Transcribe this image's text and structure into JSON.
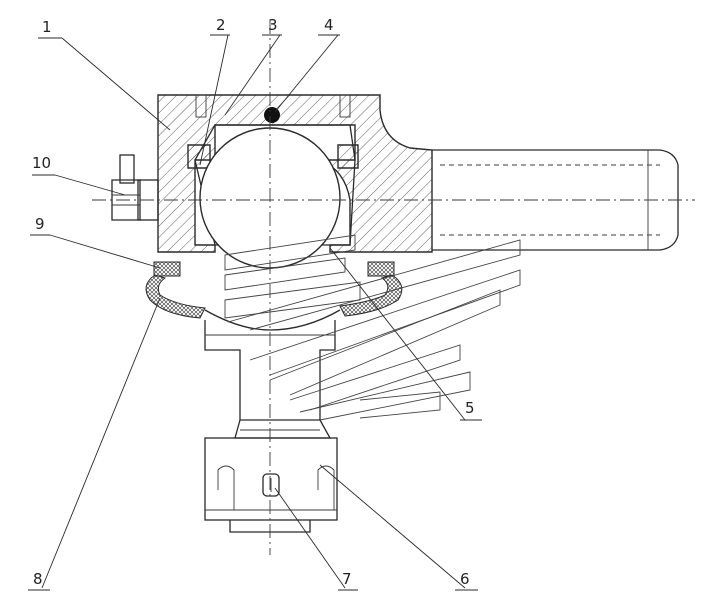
{
  "drawing": {
    "callouts": [
      {
        "id": "1",
        "text": "1"
      },
      {
        "id": "2",
        "text": "2"
      },
      {
        "id": "3",
        "text": "3"
      },
      {
        "id": "4",
        "text": "4"
      },
      {
        "id": "5",
        "text": "5"
      },
      {
        "id": "6",
        "text": "6"
      },
      {
        "id": "7",
        "text": "7"
      },
      {
        "id": "8",
        "text": "8"
      },
      {
        "id": "9",
        "text": "9"
      },
      {
        "id": "10",
        "text": "10"
      }
    ]
  },
  "colors": {
    "ink": "#2a2a2a",
    "background": "#ffffff"
  }
}
